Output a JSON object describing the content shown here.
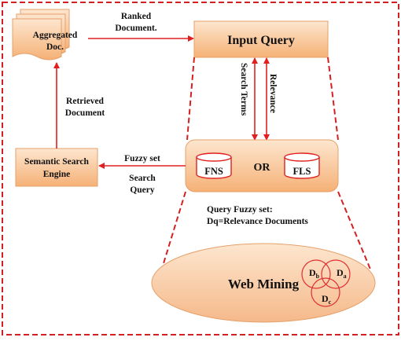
{
  "nodes": {
    "aggregated_line1": "Aggregated",
    "aggregated_line2": "Doc.",
    "input_query": "Input Query",
    "semantic_line1": "Semantic Search",
    "semantic_line2": "Engine",
    "fns": "FNS",
    "or": "OR",
    "fls": "FLS",
    "web_mining": "Web Mining"
  },
  "edge_labels": {
    "ranked_line1": "Ranked",
    "ranked_line2": "Document.",
    "retrieved_line1": "Retrieved",
    "retrieved_line2": "Document",
    "search_terms": "Search Terms",
    "relevance": "Relevance",
    "fuzzy_set": "Fuzzy set",
    "search_query_line1": "Search",
    "search_query_line2": "Query",
    "query_fuzzy_line1": "Query Fuzzy set:",
    "query_fuzzy_line2": "Dq=Relevance Documents"
  },
  "venn": {
    "db": "D",
    "db_sub": "b",
    "da": "D",
    "da_sub": "a",
    "dc": "D",
    "dc_sub": "c"
  },
  "colors": {
    "border_dash": "#d42020",
    "arrow": "#e02020",
    "box_fill_top": "#fde0c4",
    "box_fill_bottom": "#f6b47a",
    "box_stroke": "#e6a06a",
    "venn_stroke": "#e03030"
  }
}
